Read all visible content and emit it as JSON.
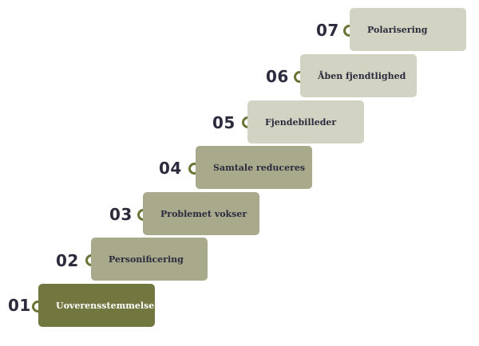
{
  "steps": [
    {
      "number": "01",
      "label": "Uoverensstemmelse",
      "color": "#72763f"
    },
    {
      "number": "02",
      "label": "Personificering",
      "color": "#a9aa8c"
    },
    {
      "number": "03",
      "label": "Problemet vokser",
      "color": "#a9aa8c"
    },
    {
      "number": "04",
      "label": "Samtale reduceres",
      "color": "#a9aa8c"
    },
    {
      "number": "05",
      "label": "Fjendebilleder",
      "color": "#d3d3c3"
    },
    {
      "number": "06",
      "label": "Åben fjendtlighed",
      "color": "#d3d3c3"
    },
    {
      "number": "07",
      "label": "Polarisering",
      "color": "#d3d3c3"
    }
  ],
  "ring_color": "#6b7335",
  "text_color": "#2b2b3d"
}
